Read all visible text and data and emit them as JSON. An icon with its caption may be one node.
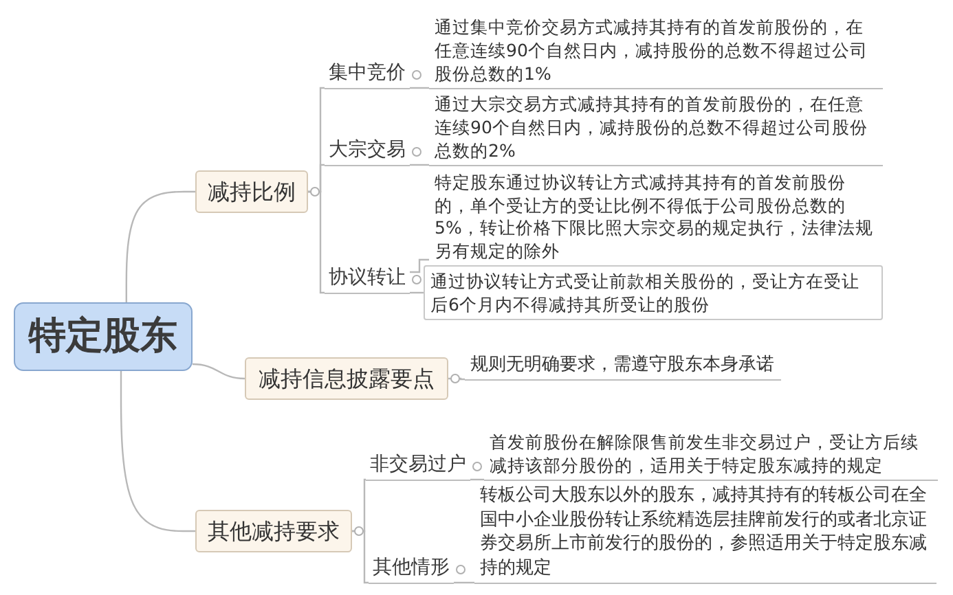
{
  "diagram": {
    "nodes": [
      {
        "text": [
          "特定股东"
        ]
      },
      {
        "text": [
          "减持比例"
        ]
      },
      {
        "text": [
          "集中竞价"
        ]
      },
      {
        "text": [
          "通过集中竞价交易方式减持其持有的首发前股份的，在任意连续90个自然日内，减持股份的总数不得超过公司股份总数的1%"
        ]
      },
      {
        "text": [
          "大宗交易"
        ]
      },
      {
        "text": [
          "通过大宗交易方式减持其持有的首发前股份的，在任意连续90个自然日内，减持股份的总数不得超过公司股份总数的2%"
        ]
      },
      {
        "text": [
          "协议转让"
        ]
      },
      {
        "text": [
          "特定股东通过协议转让方式减持其持有的首发前股份的，单个受让方的受让比例不得低于公司股份总数的5%，转让价格下限比照大宗交易的规定执行，法律法规另有规定的除外"
        ]
      },
      {
        "text": [
          "通过协议转让方式受让前款相关股份的，受让方在受让后6个月内不得减持其所受让的股份"
        ]
      },
      {
        "text": [
          "减持信息披露要点"
        ]
      },
      {
        "text": [
          "规则无明确要求，需遵守股东本身承诺"
        ]
      },
      {
        "text": [
          "其他减持要求"
        ]
      },
      {
        "text": [
          "非交易过户"
        ]
      },
      {
        "text": [
          "首发前股份在解除限售前发生非交易过户，受让方后续减持该部分股份的，适用关于特定股东减持的规定"
        ]
      },
      {
        "text": [
          "其他情形"
        ]
      },
      {
        "text": [
          "转板公司大股东以外的股东，减持其持有的转板公司在全国中小企业股份转让系统精选层挂牌前发行的或者北京证券交易所上市前发行的股份的，参照适用关于特定股东减持的规定"
        ]
      }
    ],
    "edges": [
      {
        "from": 0,
        "to": 1,
        "arrow": "none"
      },
      {
        "from": 0,
        "to": 9,
        "arrow": "none"
      },
      {
        "from": 0,
        "to": 11,
        "arrow": "none"
      },
      {
        "from": 1,
        "to": 2,
        "arrow": "none"
      },
      {
        "from": 1,
        "to": 4,
        "arrow": "none"
      },
      {
        "from": 1,
        "to": 6,
        "arrow": "none"
      },
      {
        "from": 2,
        "to": 3,
        "arrow": "none"
      },
      {
        "from": 4,
        "to": 5,
        "arrow": "none"
      },
      {
        "from": 6,
        "to": 7,
        "arrow": "none"
      },
      {
        "from": 6,
        "to": 8,
        "arrow": "none"
      },
      {
        "from": 9,
        "to": 10,
        "arrow": "none"
      },
      {
        "from": 11,
        "to": 12,
        "arrow": "none"
      },
      {
        "from": 11,
        "to": 14,
        "arrow": "none"
      },
      {
        "from": 12,
        "to": 13,
        "arrow": "none"
      },
      {
        "from": 14,
        "to": 15,
        "arrow": "none"
      }
    ]
  }
}
